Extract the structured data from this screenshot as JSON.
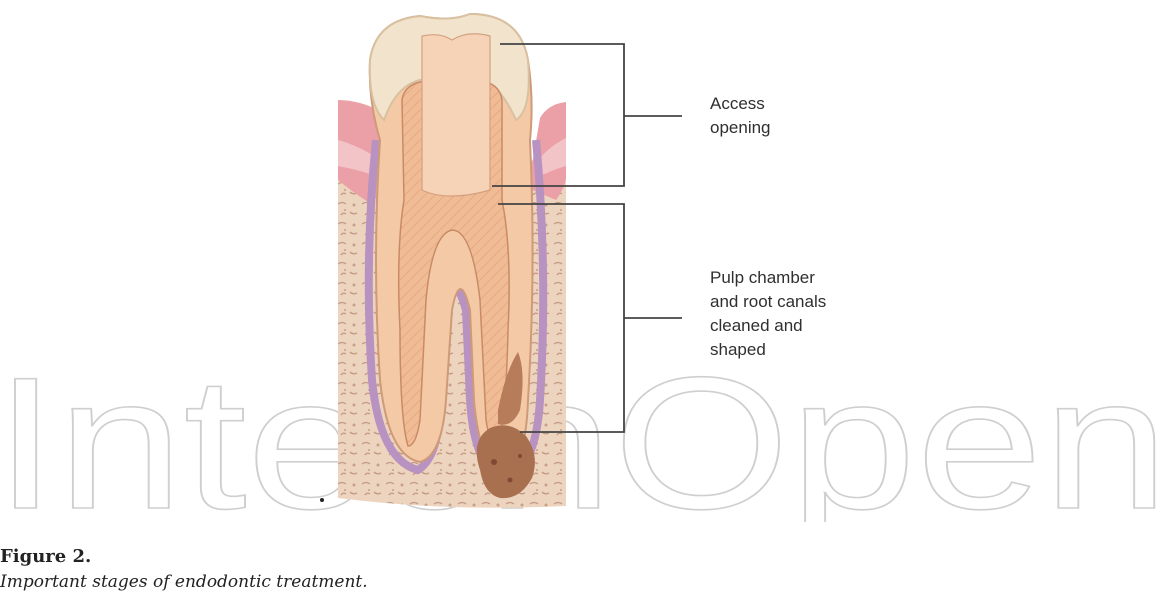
{
  "labels": {
    "access": [
      "Access",
      "opening"
    ],
    "cleaned": [
      "Pulp chamber",
      "and root canals",
      "cleaned and",
      "shaped"
    ]
  },
  "figure": {
    "title": "Figure 2.",
    "caption": "Important stages of endodontic treatment."
  },
  "watermark": {
    "text": "IntechOpen",
    "color": "#d0d0d0"
  },
  "colors": {
    "enamel": "#f0e0c4",
    "dentin": "#f3c8a4",
    "pulp": "#eeb48c",
    "gum": "#e99aa0",
    "bone": "#ecd2bc",
    "ligament": "#c9a8c9",
    "lesion": "#a86a4c",
    "leader": "#444444"
  }
}
